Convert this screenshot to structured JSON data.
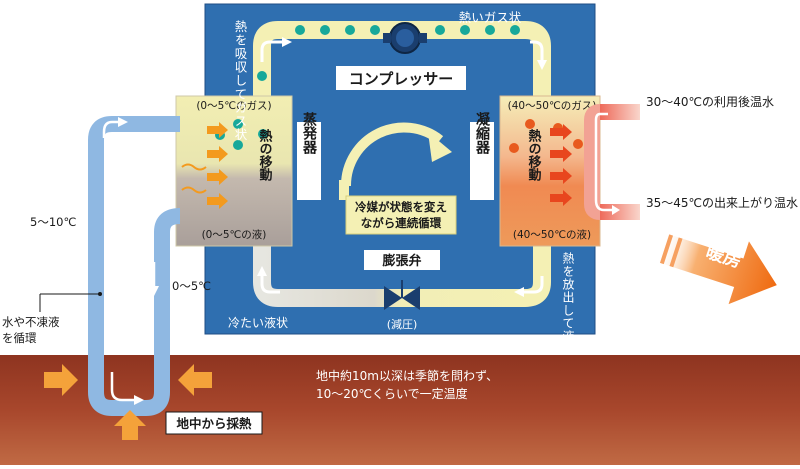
{
  "labels": {
    "absorb_heat_gas": "熱を吸収してガス状",
    "hot_gas": "熱いガス状",
    "compressor": "コンプレッサー",
    "evap_gas": "(0～5℃のガス)",
    "evap_liquid": "(0～5℃の液)",
    "heat_transfer_left": "熱の移動",
    "evaporator": "蒸発器",
    "cycle_text_line1": "冷媒が状態を変え",
    "cycle_text_line2": "ながら連続循環",
    "condenser": "凝縮器",
    "cond_gas": "(40～50℃のガス)",
    "cond_liquid": "(40～50℃の液)",
    "heat_transfer_right": "熱の移動",
    "expansion_valve": "膨張弁",
    "reduced_pressure": "(減圧)",
    "cold_liquid": "冷たい液状",
    "release_heat_liquid": "熱を放出して液状",
    "return_water": "30～40℃の利用後温水",
    "supply_water": "35～45℃の出来上がり温水",
    "heating": "暖房",
    "temp_loop_up": "5～10℃",
    "temp_loop_down": "0～5℃",
    "circulate_line1": "水や不凍液",
    "circulate_line2": "を循環",
    "ground_heat": "地中から採熱",
    "ground_note_line1": "地中約10m以深は季節を問わず、",
    "ground_note_line2": "10～20℃くらいで一定温度"
  },
  "colors": {
    "box_blue": "#2f6fb0",
    "inner_blue": "#2a5e9e",
    "pipe_fill": "#f4f0b4",
    "ground": "#a0412a",
    "loop_pipe": "#8fb8e2",
    "hot_water": "#f2a294",
    "heating_arrow": "#f07a1a",
    "dot_cyan": "#17a89a",
    "dot_orange": "#e85a1e"
  }
}
